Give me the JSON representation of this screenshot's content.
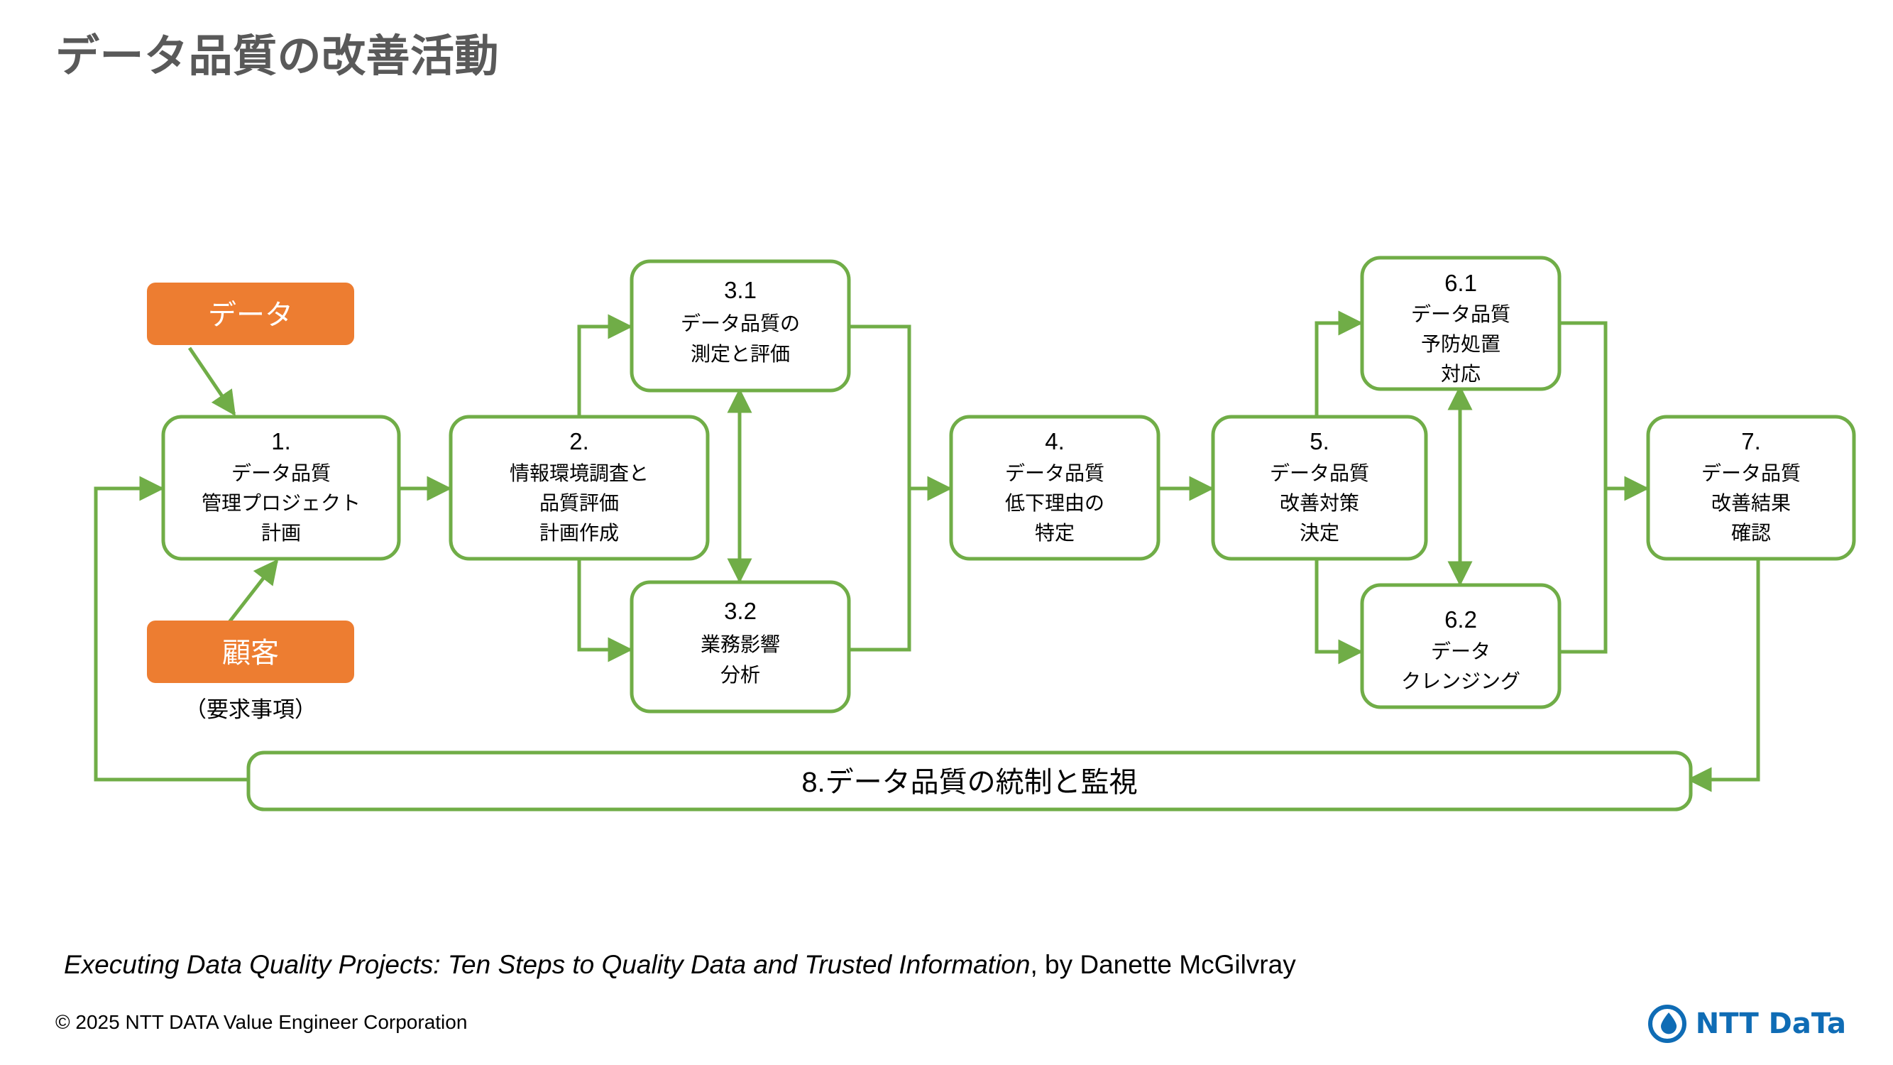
{
  "slide": {
    "title": "データ品質の改善活動",
    "citation_italic": "Executing Data Quality Projects: Ten Steps to Quality Data and Trusted Information",
    "citation_plain": ", by Danette McGilvray",
    "copyright": "© 2025 NTT DATA Value Engineer Corporation",
    "logo_text": "NTT DaTa"
  },
  "colors": {
    "accent_green": "#70AD47",
    "orange": "#ED7D31",
    "title_gray": "#595959",
    "brand_blue": "#0F6CB5",
    "box_fill": "#FFFFFF",
    "text_black": "#000000"
  },
  "diagram": {
    "type": "flowchart",
    "sources": [
      {
        "id": "data",
        "label": "データ"
      },
      {
        "id": "customer",
        "label": "顧客",
        "caption": "（要求事項）"
      }
    ],
    "steps": [
      {
        "id": "s1",
        "number": "1.",
        "lines": [
          "データ品質",
          "管理プロジェクト",
          "計画"
        ]
      },
      {
        "id": "s2",
        "number": "2.",
        "lines": [
          "情報環境調査と",
          "品質評価",
          "計画作成"
        ]
      },
      {
        "id": "s31",
        "number": "3.1",
        "lines": [
          "データ品質の",
          "測定と評価"
        ]
      },
      {
        "id": "s32",
        "number": "3.2",
        "lines": [
          "業務影響",
          "分析"
        ]
      },
      {
        "id": "s4",
        "number": "4.",
        "lines": [
          "データ品質",
          "低下理由の",
          "特定"
        ]
      },
      {
        "id": "s5",
        "number": "5.",
        "lines": [
          "データ品質",
          "改善対策",
          "決定"
        ]
      },
      {
        "id": "s61",
        "number": "6.1",
        "lines": [
          "データ品質",
          "予防処置",
          "対応"
        ]
      },
      {
        "id": "s62",
        "number": "6.2",
        "lines": [
          "データ",
          "クレンジング"
        ]
      },
      {
        "id": "s7",
        "number": "7.",
        "lines": [
          "データ品質",
          "改善結果",
          "確認"
        ]
      }
    ],
    "band": {
      "id": "s8",
      "label": "8.データ品質の統制と監視"
    },
    "connections": [
      {
        "from": "data",
        "to": "s1"
      },
      {
        "from": "customer",
        "to": "s1"
      },
      {
        "from": "s1",
        "to": "s2"
      },
      {
        "from": "s2",
        "to": "s31"
      },
      {
        "from": "s2",
        "to": "s32"
      },
      {
        "from": "s31",
        "to": "s32"
      },
      {
        "from": "s31",
        "to": "s4"
      },
      {
        "from": "s32",
        "to": "s4"
      },
      {
        "from": "s4",
        "to": "s5"
      },
      {
        "from": "s5",
        "to": "s61"
      },
      {
        "from": "s5",
        "to": "s62"
      },
      {
        "from": "s61",
        "to": "s62"
      },
      {
        "from": "s61",
        "to": "s7"
      },
      {
        "from": "s62",
        "to": "s7"
      },
      {
        "from": "s7",
        "to": "s8"
      },
      {
        "from": "s8",
        "to": "s1"
      }
    ]
  }
}
